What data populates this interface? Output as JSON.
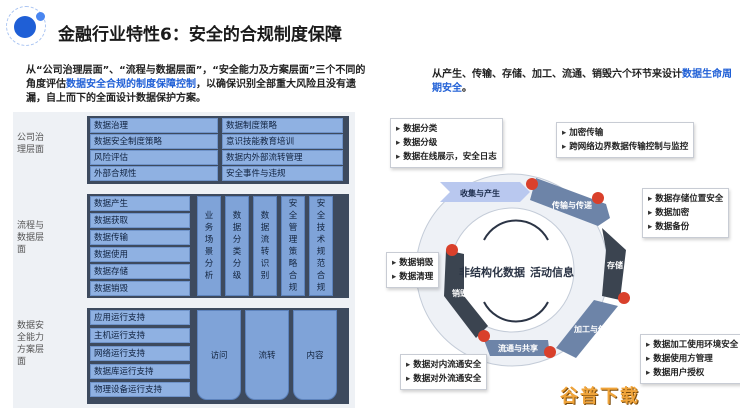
{
  "header": {
    "title": "金融行业特性6：安全的合规制度保障"
  },
  "left_desc": {
    "part1": "从“公司治理层面”、“流程与数据层面”，“安全能力及方案层面”三个不同的角度评估",
    "highlight": "数据安全合规的制度保障控制",
    "part2": "，以确保识别全部重大风险且没有遗漏，自上而下的全面设计数据保护方案。"
  },
  "right_desc": {
    "part1": "从产生、传输、存储、加工、流通、销毁六个环节来设计",
    "highlight": "数据生命周期安全",
    "part2": "。"
  },
  "matrix": {
    "governance": {
      "label": "公司治理层面",
      "left_items": [
        "数据治理",
        "数据安全制度策略",
        "风险评估",
        "外部合规性"
      ],
      "right_items": [
        "数据制度策略",
        "意识技能教育培训",
        "数据内外部流转管理",
        "安全事件与违规"
      ]
    },
    "process": {
      "label": "流程与数据层面",
      "items": [
        "数据产生",
        "数据获取",
        "数据传输",
        "数据使用",
        "数据存储",
        "数据销毁"
      ],
      "columns": [
        "业务场景分析",
        "数据分类分级",
        "数据流转识别",
        "安全管理策略合规",
        "安全技术规范合规"
      ]
    },
    "capability": {
      "label": "数据安全能力方案层面",
      "items": [
        "应用运行支持",
        "主机运行支持",
        "网络运行支持",
        "数据库运行支持",
        "物理设备运行支持"
      ],
      "blocks": [
        "访问",
        "流转",
        "内容"
      ]
    }
  },
  "cycle": {
    "center_left": "非结构化数据",
    "center_right": "活动信息",
    "stages": [
      "收集与产生",
      "传输与传递",
      "存储",
      "加工与使用",
      "流通与共享",
      "销毁"
    ]
  },
  "callouts": {
    "collect": [
      "数据分类",
      "数据分级",
      "数据在线展示，安全日志"
    ],
    "transfer": [
      "加密传输",
      "跨网络边界数据传输控制与监控"
    ],
    "storage": [
      "数据存储位置安全",
      "数据加密",
      "数据备份"
    ],
    "destroy": [
      "数据销毁",
      "数据清理"
    ],
    "process": [
      "数据加工使用环境安全",
      "数据使用方管理",
      "数据用户授权"
    ],
    "share": [
      "数据对内流通安全",
      "数据对外流通安全"
    ]
  },
  "watermark": "谷普下载",
  "colors": {
    "accent": "#1f5fd6",
    "cell": "#8fb1e2",
    "panel": "#3d4a5e",
    "arrow": "#6d84a8",
    "dark_arrow": "#3b4450"
  }
}
